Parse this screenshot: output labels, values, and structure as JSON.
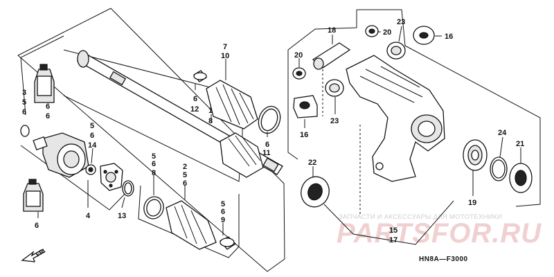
{
  "diagram": {
    "code": "HN8A—F3000",
    "direction_label": "FR.",
    "callouts": {
      "c_3": "3",
      "c_5a": "5",
      "c_6a": "6",
      "c_6b": "6",
      "c_6c": "6",
      "c_5b": "5",
      "c_6d": "6",
      "c_14": "14",
      "c_4": "4",
      "c_13": "13",
      "c_6e": "6",
      "c_5c": "5",
      "c_6f": "6",
      "c_8a": "8",
      "c_2": "2",
      "c_5d": "5",
      "c_6g": "6",
      "c_5e": "5",
      "c_6h": "6",
      "c_9": "9",
      "c_7": "7",
      "c_10": "10",
      "c_6i": "6",
      "c_12": "12",
      "c_1": "1",
      "c_8b": "8",
      "c_6j": "6",
      "c_11": "11",
      "c_18": "18",
      "c_20a": "20",
      "c_20b": "20",
      "c_23a": "23",
      "c_23b": "23",
      "c_16a": "16",
      "c_16b": "16",
      "c_22": "22",
      "c_24": "24",
      "c_21": "21",
      "c_19": "19",
      "c_15": "15",
      "c_17": "17"
    }
  },
  "watermark": {
    "caption": "ЗАПЧАСТИ И АКСЕССУАРЫ ДЛЯ МОТОТЕХНИКИ",
    "brand": "PARTSFOR.RU"
  }
}
